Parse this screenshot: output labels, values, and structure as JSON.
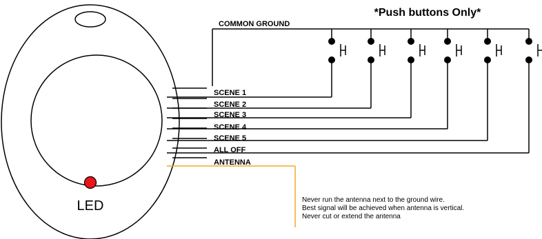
{
  "header": {
    "title": "*Push buttons Only*",
    "common_ground": "COMMON GROUND"
  },
  "wires": [
    {
      "label": "SCENE 1"
    },
    {
      "label": "SCENE 2"
    },
    {
      "label": "SCENE 3"
    },
    {
      "label": "SCENE 4"
    },
    {
      "label": "SCENE 5"
    },
    {
      "label": "ALL OFF"
    },
    {
      "label": "ANTENNA"
    }
  ],
  "device": {
    "led_label": "LED",
    "led_color": "#e8161b"
  },
  "antenna_color": "#f5a623",
  "notes": [
    "Never run the antenna next to the ground wire.",
    "Best signal will be achieved when antenna is vertical.",
    "Never cut or extend the antenna"
  ]
}
